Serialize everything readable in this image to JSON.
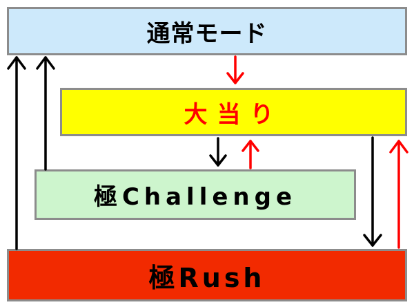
{
  "nodes": {
    "normal_mode": "通常モード",
    "jackpot": "大当り",
    "challenge": "極Challenge",
    "rush": "極Rush"
  },
  "colors": {
    "normal_mode_fill": "#cde9fb",
    "jackpot_fill": "#ffff00",
    "jackpot_text": "#ff0000",
    "challenge_fill": "#cdf5cd",
    "rush_fill": "#f22a00",
    "arrow_black": "#000000",
    "arrow_red": "#ff0000"
  },
  "edges": [
    {
      "from": "normal_mode",
      "to": "jackpot",
      "color": "red"
    },
    {
      "from": "jackpot",
      "to": "challenge",
      "color": "black"
    },
    {
      "from": "challenge",
      "to": "jackpot",
      "color": "red"
    },
    {
      "from": "challenge",
      "to": "normal_mode",
      "color": "black"
    },
    {
      "from": "rush",
      "to": "normal_mode",
      "color": "black"
    },
    {
      "from": "jackpot",
      "to": "rush",
      "color": "black"
    },
    {
      "from": "rush",
      "to": "jackpot",
      "color": "red"
    }
  ]
}
